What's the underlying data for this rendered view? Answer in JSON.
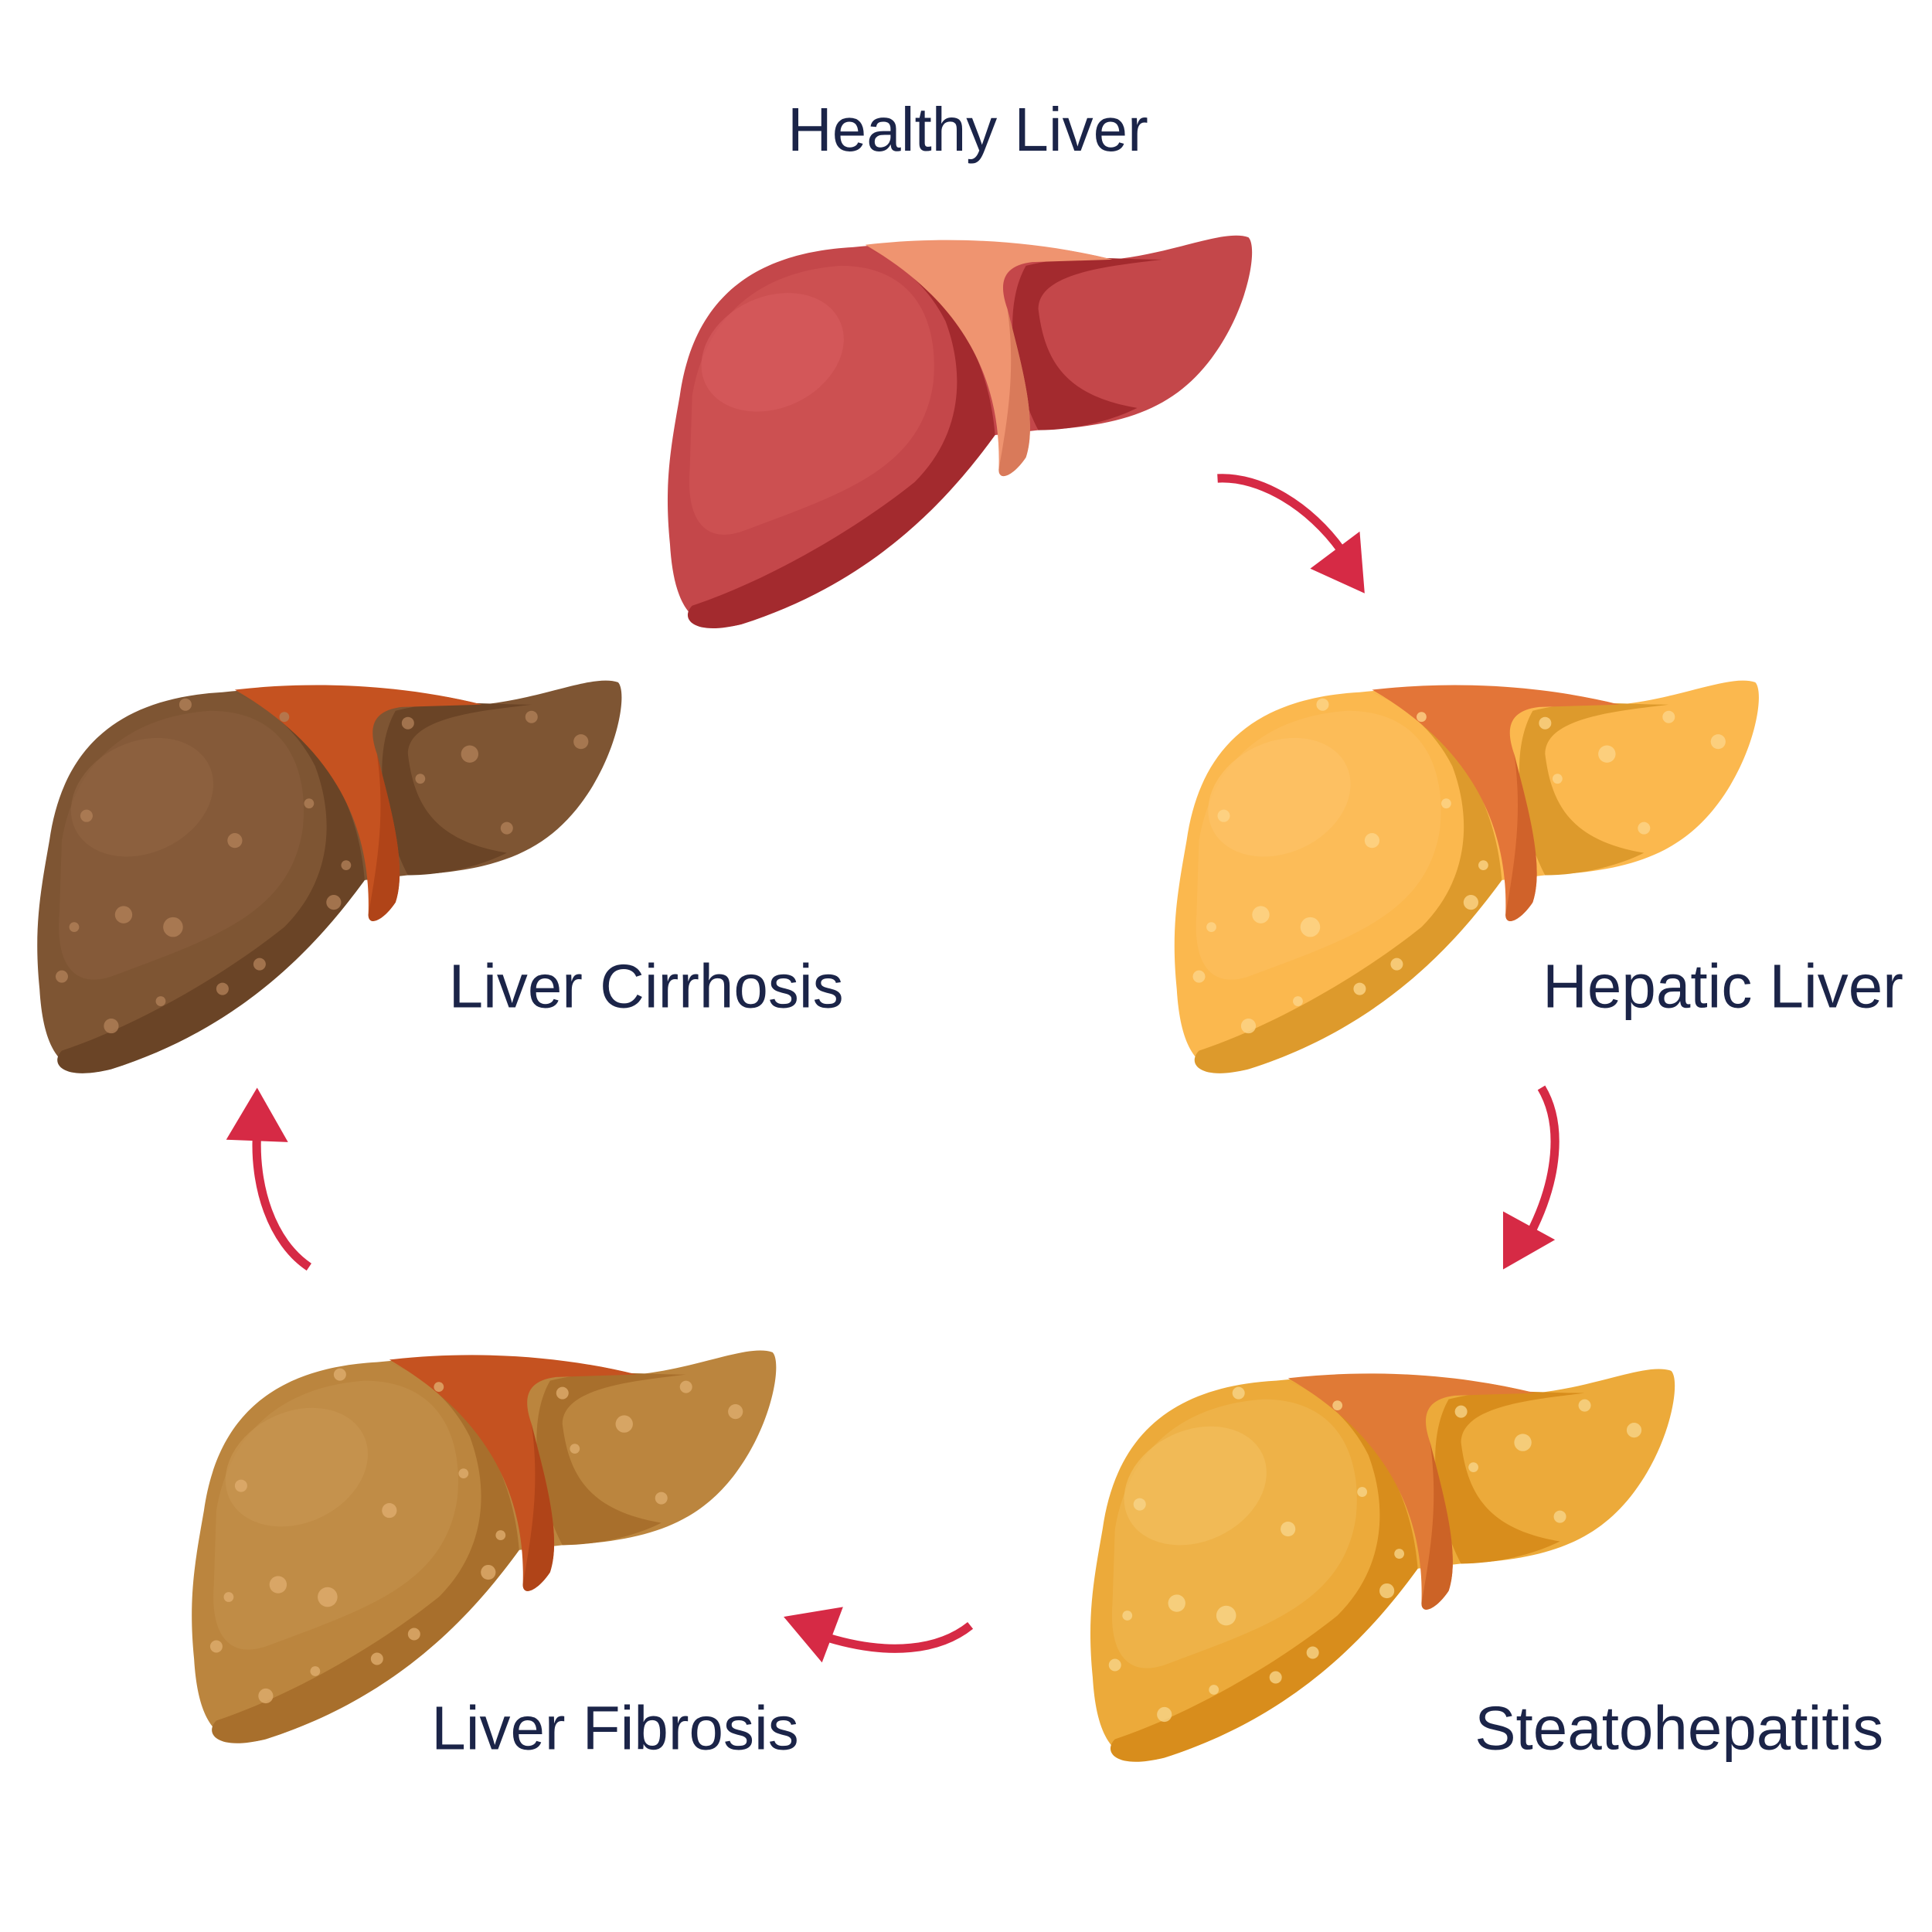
{
  "title": "Liver disease progression",
  "stages": [
    {
      "id": "healthy",
      "label": "Healthy Liver",
      "colors": {
        "main": "#c4474a",
        "dark": "#a32a2e",
        "light": "#d65a5c",
        "band": "#ef9470",
        "bandDark": "#d97a5a",
        "spot": "none"
      }
    },
    {
      "id": "hepatic",
      "label": "Hepatic Liver",
      "colors": {
        "main": "#fbb84e",
        "dark": "#dd9a2c",
        "light": "#fdc266",
        "band": "#e37538",
        "bandDark": "#d0622a",
        "spot": "#fdd58a"
      }
    },
    {
      "id": "steatohepatitis",
      "label": "Steatohepatitis",
      "colors": {
        "main": "#ecaa3a",
        "dark": "#d88d1c",
        "light": "#f2bd5c",
        "band": "#e07a36",
        "bandDark": "#cc6326",
        "spot": "#f8d48a"
      }
    },
    {
      "id": "fibrosis",
      "label": "Liver Fibrosis",
      "colors": {
        "main": "#bb853e",
        "dark": "#a86f2c",
        "light": "#c79450",
        "band": "#c55220",
        "bandDark": "#b04418",
        "spot": "#dfac6e"
      }
    },
    {
      "id": "cirrhosis",
      "label": "Liver Cirrhosis",
      "colors": {
        "main": "#7e5533",
        "dark": "#6a4426",
        "light": "#8e6240",
        "band": "#c55220",
        "bandDark": "#b04418",
        "spot": "#b07f58"
      }
    }
  ],
  "arrow_color": "#d62a45"
}
